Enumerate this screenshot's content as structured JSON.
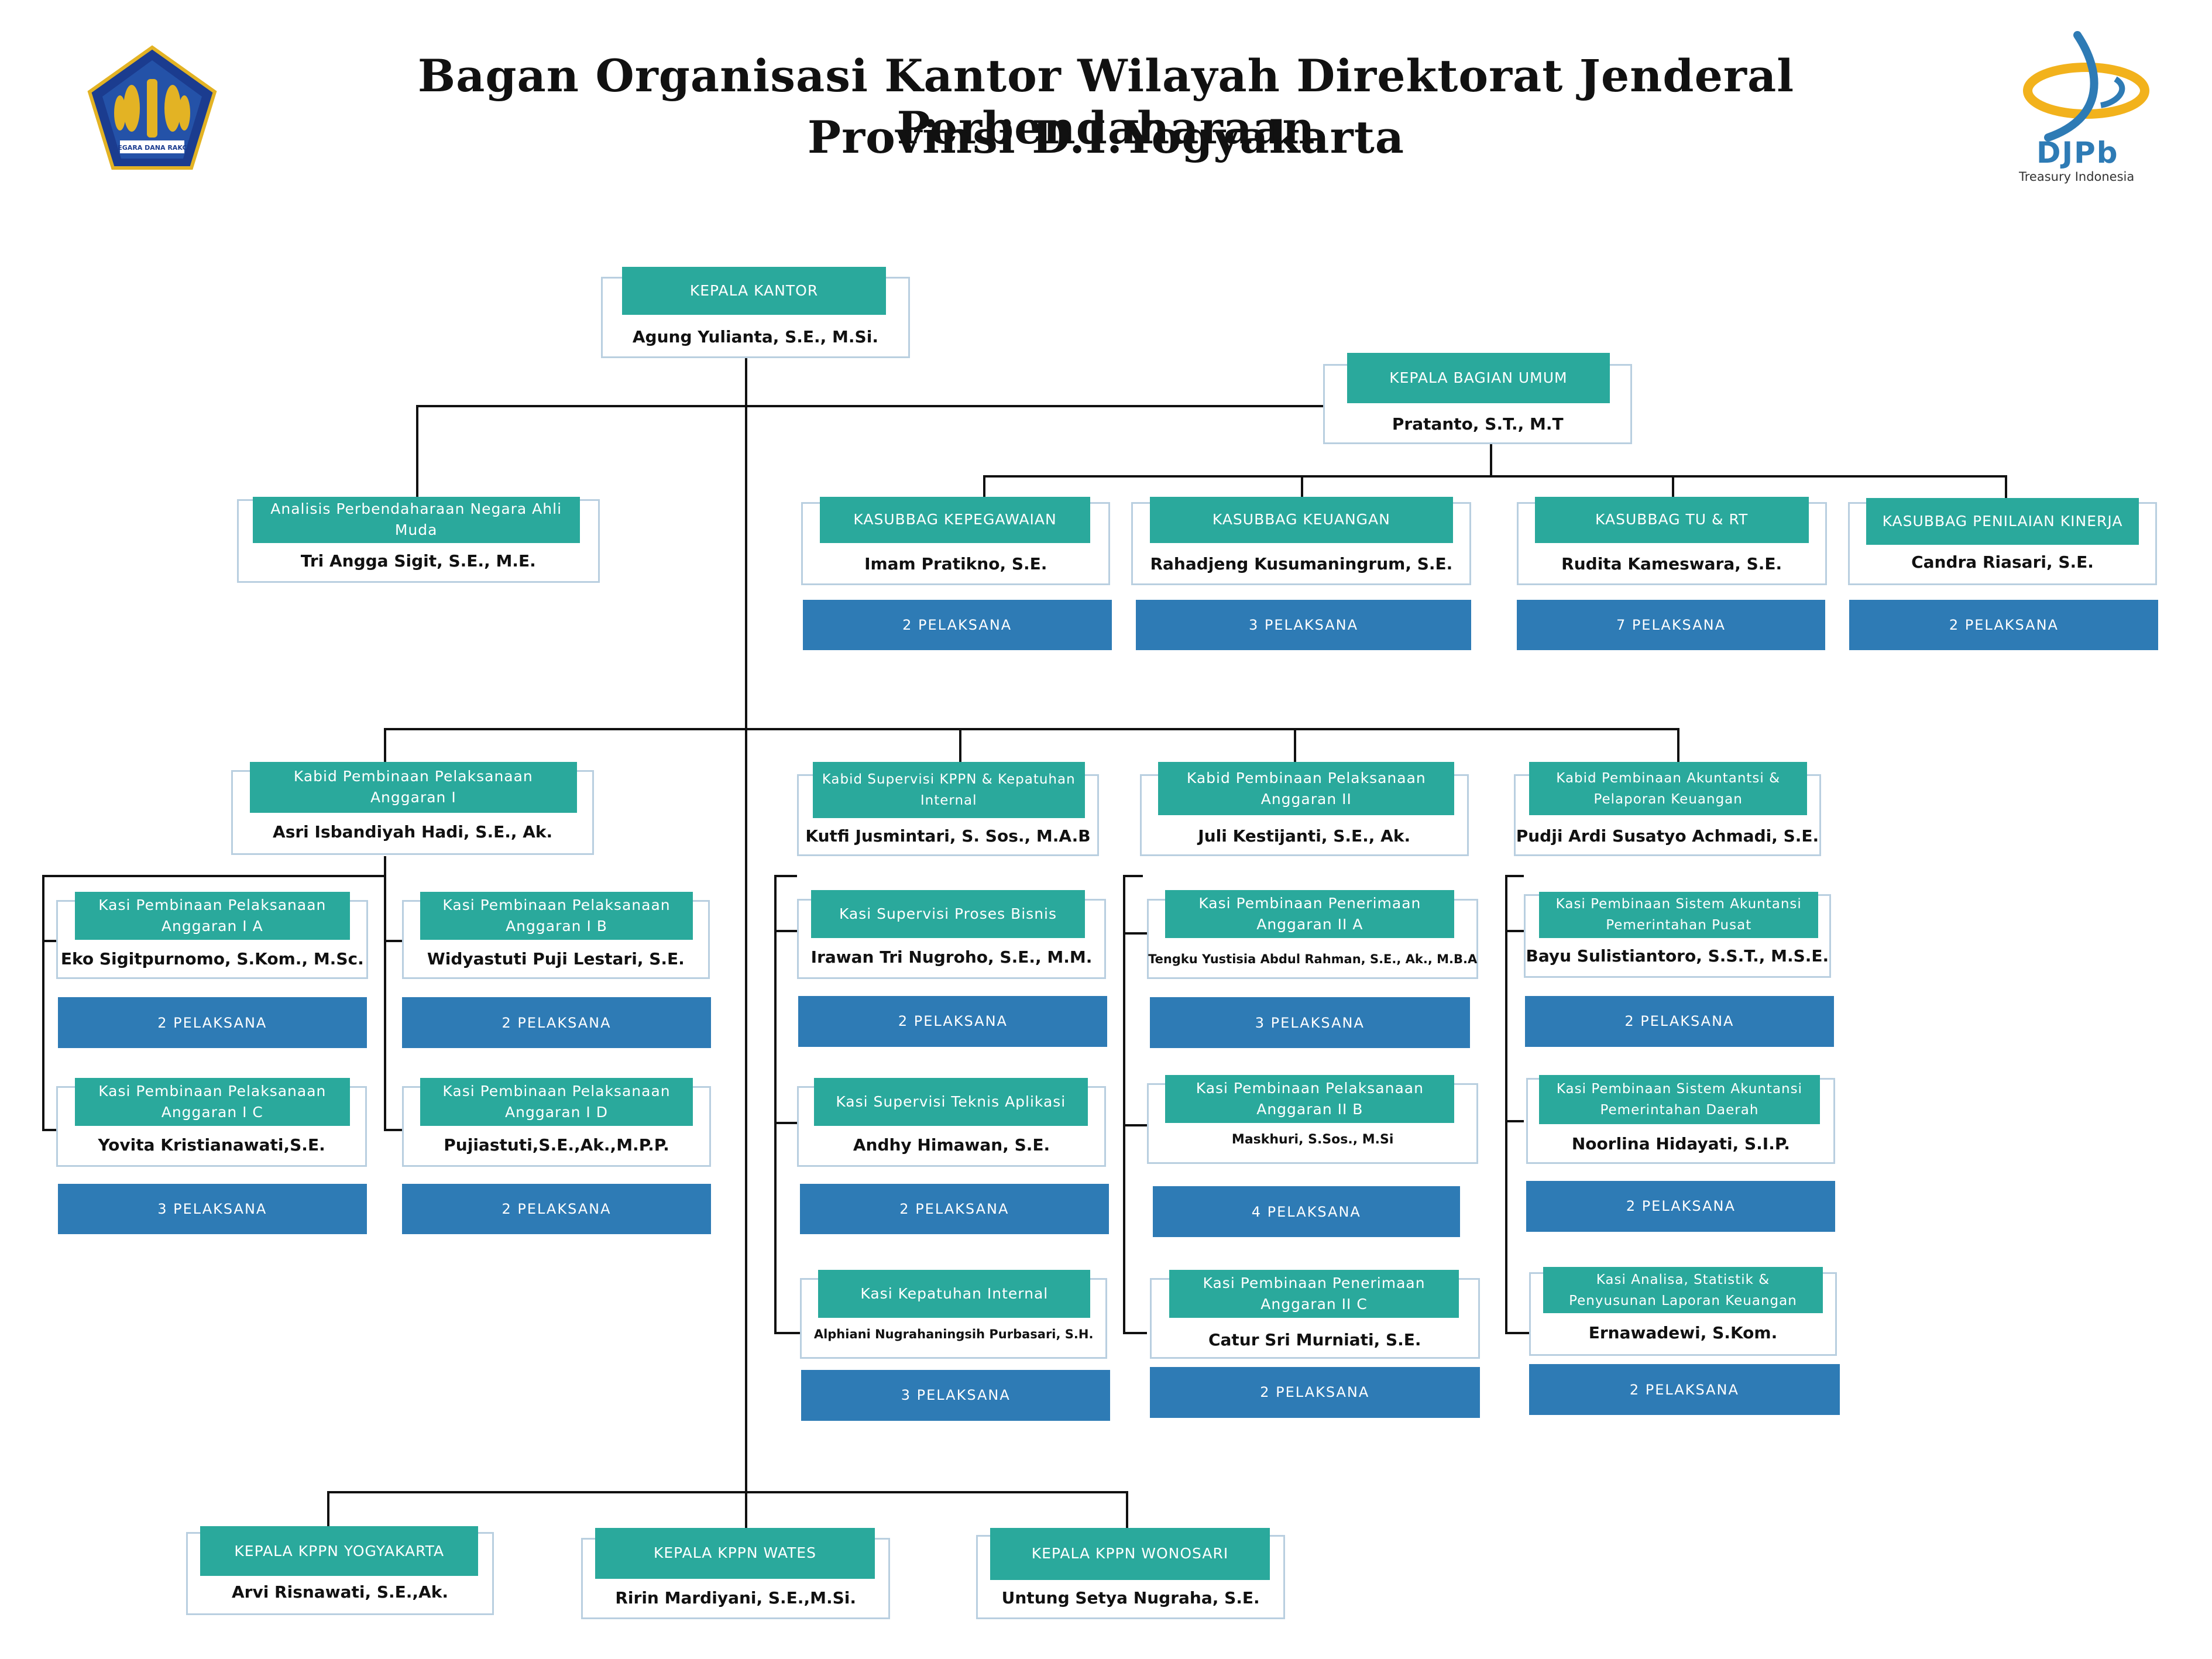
{
  "title": {
    "line1": "Bagan Organisasi Kantor Wilayah Direktorat Jenderal Perbendaharaan",
    "line2": "Provinsi D.I.Yogyakarta"
  },
  "logos": {
    "left": {
      "text": "NEGARA DANA RAKCA",
      "icon": "kemenkeu-emblem"
    },
    "right": {
      "text": "DJPb",
      "subtext": "Treasury Indonesia",
      "icon": "djpb-logo"
    }
  },
  "colors": {
    "header": "#2aa99c",
    "pelaksana": "#2e7bb5",
    "border": "#b9cfe0",
    "line": "#111111"
  },
  "units": [
    {
      "id": "kepala-kantor",
      "title": "KEPALA KANTOR",
      "name": "Agung Yulianta, S.E., M.Si."
    },
    {
      "id": "kepala-bagian-umum",
      "title": "KEPALA BAGIAN UMUM",
      "name": "Pratanto, S.T., M.T"
    },
    {
      "id": "analis",
      "title": "Analisis Perbendaharaan Negara Ahli Muda",
      "name": "Tri Angga Sigit, S.E., M.E."
    },
    {
      "id": "kasubbag-kepegawaian",
      "title": "KASUBBAG KEPEGAWAIAN",
      "name": "Imam Pratikno, S.E.",
      "pelaksana": "2 PELAKSANA"
    },
    {
      "id": "kasubbag-keuangan",
      "title": "KASUBBAG KEUANGAN",
      "name": "Rahadjeng Kusumaningrum, S.E.",
      "pelaksana": "3 PELAKSANA"
    },
    {
      "id": "kasubbag-tu-rt",
      "title": "KASUBBAG TU & RT",
      "name": "Rudita Kameswara, S.E.",
      "pelaksana": "7 PELAKSANA"
    },
    {
      "id": "kasubbag-penilaian-kinerja",
      "title": "KASUBBAG PENILAIAN KINERJA",
      "name": "Candra Riasari, S.E.",
      "pelaksana": "2 PELAKSANA"
    },
    {
      "id": "kabid-ppa1",
      "title": "Kabid Pembinaan Pelaksanaan Anggaran I",
      "name": "Asri Isbandiyah Hadi, S.E., Ak."
    },
    {
      "id": "kabid-skki",
      "title": "Kabid Supervisi KPPN & Kepatuhan Internal",
      "name": "Kutfi Jusmintari, S. Sos., M.A.B"
    },
    {
      "id": "kabid-ppa2",
      "title": "Kabid Pembinaan Pelaksanaan Anggaran II",
      "name": "Juli Kestijanti, S.E., Ak."
    },
    {
      "id": "kabid-pakl",
      "title": "Kabid Pembinaan Akuntantsi & Pelaporan Keuangan",
      "name": "Pudji Ardi Susatyo Achmadi, S.E."
    },
    {
      "id": "kasi-ppa1a",
      "title": "Kasi Pembinaan Pelaksanaan Anggaran I A",
      "name": "Eko Sigitpurnomo, S.Kom., M.Sc.",
      "pelaksana": "2 PELAKSANA"
    },
    {
      "id": "kasi-ppa1b",
      "title": "Kasi Pembinaan Pelaksanaan Anggaran I B",
      "name": "Widyastuti Puji Lestari, S.E.",
      "pelaksana": "2 PELAKSANA"
    },
    {
      "id": "kasi-ppa1c",
      "title": "Kasi Pembinaan Pelaksanaan Anggaran I C",
      "name": "Yovita Kristianawati,S.E.",
      "pelaksana": "3 PELAKSANA"
    },
    {
      "id": "kasi-ppa1d",
      "title": "Kasi Pembinaan Pelaksanaan Anggaran I D",
      "name": "Pujiastuti,S.E.,Ak.,M.P.P.",
      "pelaksana": "2 PELAKSANA"
    },
    {
      "id": "kasi-spb",
      "title": "Kasi Supervisi Proses Bisnis",
      "name": "Irawan Tri Nugroho, S.E., M.M.",
      "pelaksana": "2 PELAKSANA"
    },
    {
      "id": "kasi-sta",
      "title": "Kasi Supervisi Teknis Aplikasi",
      "name": "Andhy Himawan, S.E.",
      "pelaksana": "2 PELAKSANA"
    },
    {
      "id": "kasi-ki",
      "title": "Kasi Kepatuhan Internal",
      "name": "Alphiani Nugrahaningsih Purbasari, S.H.",
      "pelaksana": "3 PELAKSANA"
    },
    {
      "id": "kasi-ppa2a",
      "title": "Kasi  Pembinaan Penerimaan Anggaran II A",
      "name": "Tengku Yustisia Abdul Rahman, S.E., Ak., M.B.A",
      "pelaksana": "3 PELAKSANA"
    },
    {
      "id": "kasi-ppa2b",
      "title": "Kasi Pembinaan Pelaksanaan Anggaran II B",
      "name": "Maskhuri, S.Sos., M.Si",
      "pelaksana": "4 PELAKSANA"
    },
    {
      "id": "kasi-ppa2c",
      "title": "Kasi Pembinaan Penerimaan Anggaran II C",
      "name": "Catur Sri Murniati, S.E.",
      "pelaksana": "2 PELAKSANA"
    },
    {
      "id": "kasi-psap",
      "title": "Kasi Pembinaan Sistem Akuntansi Pemerintahan Pusat",
      "name": "Bayu Sulistiantoro, S.S.T., M.S.E.",
      "pelaksana": "2 PELAKSANA"
    },
    {
      "id": "kasi-psad",
      "title": "Kasi Pembinaan Sistem Akuntansi Pemerintahan Daerah",
      "name": "Noorlina Hidayati, S.I.P.",
      "pelaksana": "2 PELAKSANA"
    },
    {
      "id": "kasi-aspk",
      "title": "Kasi Analisa, Statistik & Penyusunan Laporan Keuangan",
      "name": "Ernawadewi, S.Kom.",
      "pelaksana": "2 PELAKSANA"
    },
    {
      "id": "kppn-yogyakarta",
      "title": "KEPALA KPPN YOGYAKARTA",
      "name": "Arvi Risnawati, S.E.,Ak."
    },
    {
      "id": "kppn-wates",
      "title": "KEPALA KPPN WATES",
      "name": "Ririn Mardiyani, S.E.,M.Si."
    },
    {
      "id": "kppn-wonosari",
      "title": "KEPALA KPPN WONOSARI",
      "name": "Untung Setya Nugraha, S.E."
    }
  ]
}
